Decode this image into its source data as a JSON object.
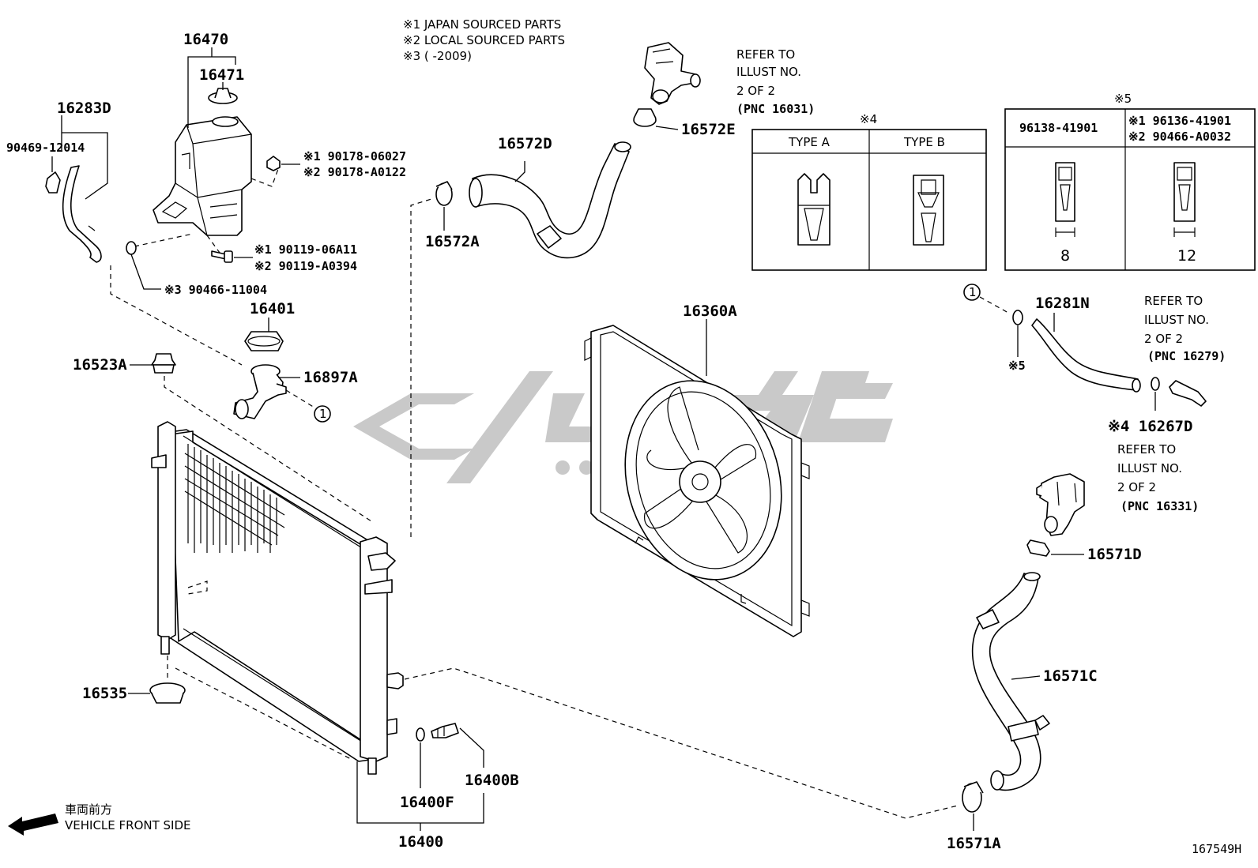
{
  "notes": {
    "n1": "※1  JAPAN SOURCED PARTS",
    "n2": "※2  LOCAL SOURCED PARTS",
    "n3": "※3 (      -2009)"
  },
  "parts": {
    "p16470": "16470",
    "p16471": "16471",
    "p16283D": "16283D",
    "p90469": "90469-12014",
    "p90178a": "※1  90178-06027",
    "p90178b": "※2  90178-A0122",
    "p90119a": "※1  90119-06A11",
    "p90119b": "※2  90119-A0394",
    "p90466": "※3 90466-11004",
    "p16401": "16401",
    "p16897A": "16897A",
    "p16523A": "16523A",
    "p16572D": "16572D",
    "p16572A": "16572A",
    "p16572E": "16572E",
    "p16360A": "16360A",
    "p16281N": "16281N",
    "p16267D": "※4 16267D",
    "s5": "※5",
    "p16571D": "16571D",
    "p16571C": "16571C",
    "p16571A": "16571A",
    "p16535": "16535",
    "p16400B": "16400B",
    "p16400F": "16400F",
    "p16400": "16400"
  },
  "refs": {
    "r1": [
      "REFER TO",
      "ILLUST NO.",
      "2 OF 2",
      "(PNC 16031)"
    ],
    "r2": [
      "REFER TO",
      "ILLUST NO.",
      "2 OF 2",
      "(PNC 16279)"
    ],
    "r3": [
      "REFER TO",
      "ILLUST NO.",
      "2 OF 2",
      "(PNC 16331)"
    ]
  },
  "circle_mark": "1",
  "table4": {
    "title": "※4",
    "type_a": "TYPE A",
    "type_b": "TYPE B"
  },
  "table5": {
    "title": "※5",
    "left_pn": "96138-41901",
    "right_pn1": "※1  96136-41901",
    "right_pn2": "※2  90466-A0032",
    "left_size": "8",
    "right_size": "12"
  },
  "front": {
    "jp": "車両前方",
    "en": "VEHICLE FRONT SIDE"
  },
  "illus_no": "167549H",
  "colors": {
    "line": "#000000",
    "watermark": "#c9c9c9",
    "background": "#ffffff"
  }
}
